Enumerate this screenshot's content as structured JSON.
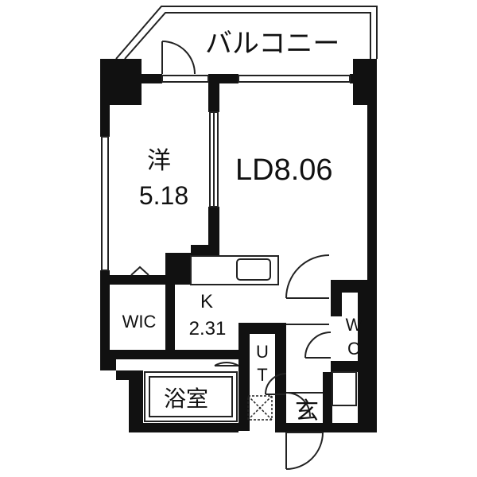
{
  "rooms": {
    "balcony": "バルコニー",
    "western_room_name": "洋",
    "western_room_size": "5.18",
    "living_dining": "LD8.06",
    "kitchen_name": "K",
    "kitchen_size": "2.31",
    "walk_in_closet": "WIC",
    "toilet_line1": "W",
    "toilet_line2": "C",
    "utility_line1": "U",
    "utility_line2": "T",
    "bathroom": "浴室",
    "entrance": "玄"
  },
  "colors": {
    "wall": "#111111",
    "line": "#222222",
    "background": "#ffffff"
  }
}
